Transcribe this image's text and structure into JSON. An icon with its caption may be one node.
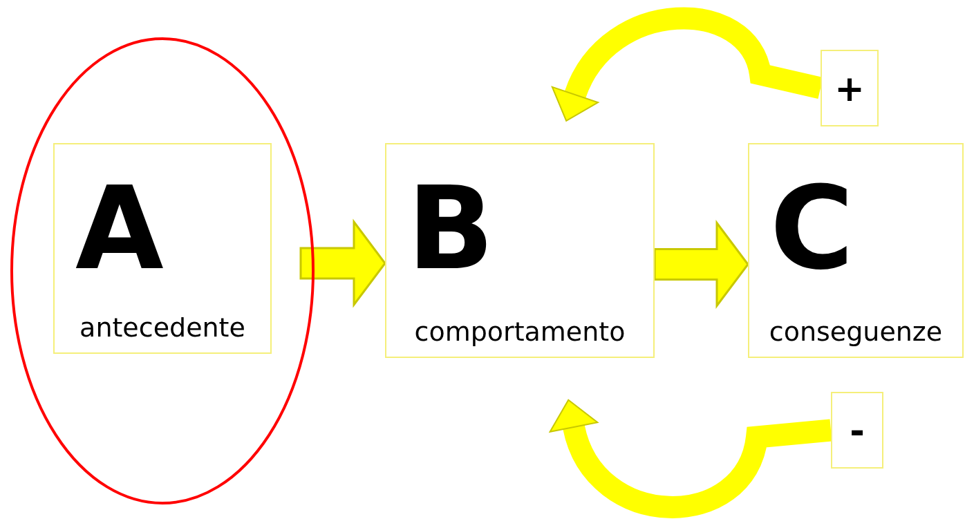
{
  "diagram": {
    "nodes": [
      {
        "text": [],
        "shape": "ellipse"
      },
      {
        "text": [
          "A",
          "antecedente"
        ],
        "in": 0
      },
      {
        "text": [
          "B",
          "comportamento"
        ]
      },
      {
        "text": [
          "C",
          "conseguenze"
        ]
      },
      {
        "text": [
          "+"
        ]
      },
      {
        "text": [
          "-"
        ]
      }
    ],
    "edges": [
      {
        "from": 1,
        "to": 2,
        "arrow": "to"
      },
      {
        "from": 2,
        "to": 3,
        "arrow": "to"
      },
      {
        "from": 4,
        "to": 2,
        "arrow": "to"
      },
      {
        "from": 5,
        "to": 2,
        "arrow": "to"
      }
    ]
  }
}
